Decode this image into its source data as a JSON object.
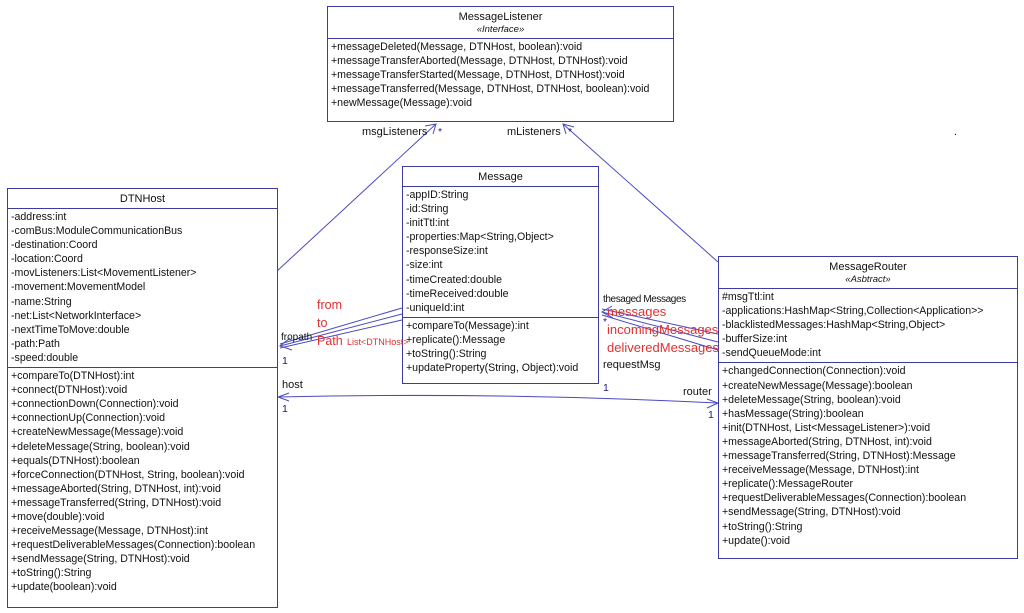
{
  "classes": {
    "listener": {
      "name": "MessageListener",
      "stereotype": "«Interface»",
      "attributes": [],
      "methods": [
        "+messageDeleted(Message, DTNHost, boolean):void",
        "+messageTransferAborted(Message, DTNHost, DTNHost):void",
        "+messageTransferStarted(Message, DTNHost, DTNHost):void",
        "+messageTransferred(Message, DTNHost, DTNHost, boolean):void",
        "+newMessage(Message):void"
      ]
    },
    "host": {
      "name": "DTNHost",
      "attributes": [
        "-address:int",
        "-comBus:ModuleCommunicationBus",
        "-destination:Coord",
        "-location:Coord",
        "-movListeners:List<MovementListener>",
        "-movement:MovementModel",
        "-name:String",
        "-net:List<NetworkInterface>",
        "-nextTimeToMove:double",
        "-path:Path",
        "-speed:double"
      ],
      "methods": [
        "+compareTo(DTNHost):int",
        "+connect(DTNHost):void",
        "+connectionDown(Connection):void",
        "+connectionUp(Connection):void",
        "+createNewMessage(Message):void",
        "+deleteMessage(String, boolean):void",
        "+equals(DTNHost):boolean",
        "+forceConnection(DTNHost, String, boolean):void",
        "+messageAborted(String, DTNHost, int):void",
        "+messageTransferred(String, DTNHost):void",
        "+move(double):void",
        "+receiveMessage(Message, DTNHost):int",
        "+requestDeliverableMessages(Connection):boolean",
        "+sendMessage(String, DTNHost):void",
        "+toString():String",
        "+update(boolean):void"
      ]
    },
    "message": {
      "name": "Message",
      "attributes": [
        "-appID:String",
        "-id:String",
        "-initTtl:int",
        "-properties:Map<String,Object>",
        "-responseSize:int",
        "-size:int",
        "-timeCreated:double",
        "-timeReceived:double",
        "-uniqueId:int"
      ],
      "methods": [
        "+compareTo(Message):int",
        "+replicate():Message",
        "+toString():String",
        "+updateProperty(String, Object):void"
      ]
    },
    "router": {
      "name": "MessageRouter",
      "stereotype": "«Asbtract»",
      "attributes": [
        "#msgTtl:int",
        "-applications:HashMap<String,Collection<Application>>",
        "-blacklistedMessages:HashMap<String,Object>",
        "-bufferSize:int",
        "-sendQueueMode:int"
      ],
      "methods": [
        "+changedConnection(Connection):void",
        "+createNewMessage(Message):boolean",
        "+deleteMessage(String, boolean):void",
        "+hasMessage(String):boolean",
        "+init(DTNHost, List<MessageListener>):void",
        "+messageAborted(String, DTNHost, int):void",
        "+messageTransferred(String, DTNHost):Message",
        "+receiveMessage(Message, DTNHost):int",
        "+replicate():MessageRouter",
        "+requestDeliverableMessages(Connection):boolean",
        "+sendMessage(String, DTNHost):void",
        "+toString():String",
        "+update():void"
      ]
    }
  },
  "edge_labels": {
    "msgListeners": "msgListeners",
    "msgListeners_mult": "*",
    "mListeners": "mListeners",
    "mListeners_mult": "*",
    "host": "host",
    "host_mult": "1",
    "router": "router",
    "router_mult": "1",
    "requestMsg": "requestMsg",
    "requestMsg_mult": "1",
    "from_to_path_overlap": "fropath",
    "from_to_path_mult": "1",
    "msgs_overlap": "thesaged Messages",
    "msgs_mult": "*",
    "dot": "."
  },
  "annotations": {
    "from": "from",
    "to": "to",
    "path": "Path",
    "path_type": "List<DTNHost>",
    "messages": "messages",
    "incoming": "incomingMessages",
    "delivered": "deliveredMessages"
  },
  "colors": {
    "border": "#3c3ca0",
    "edge": "#4a4ac0",
    "annotation": "#e03030"
  }
}
